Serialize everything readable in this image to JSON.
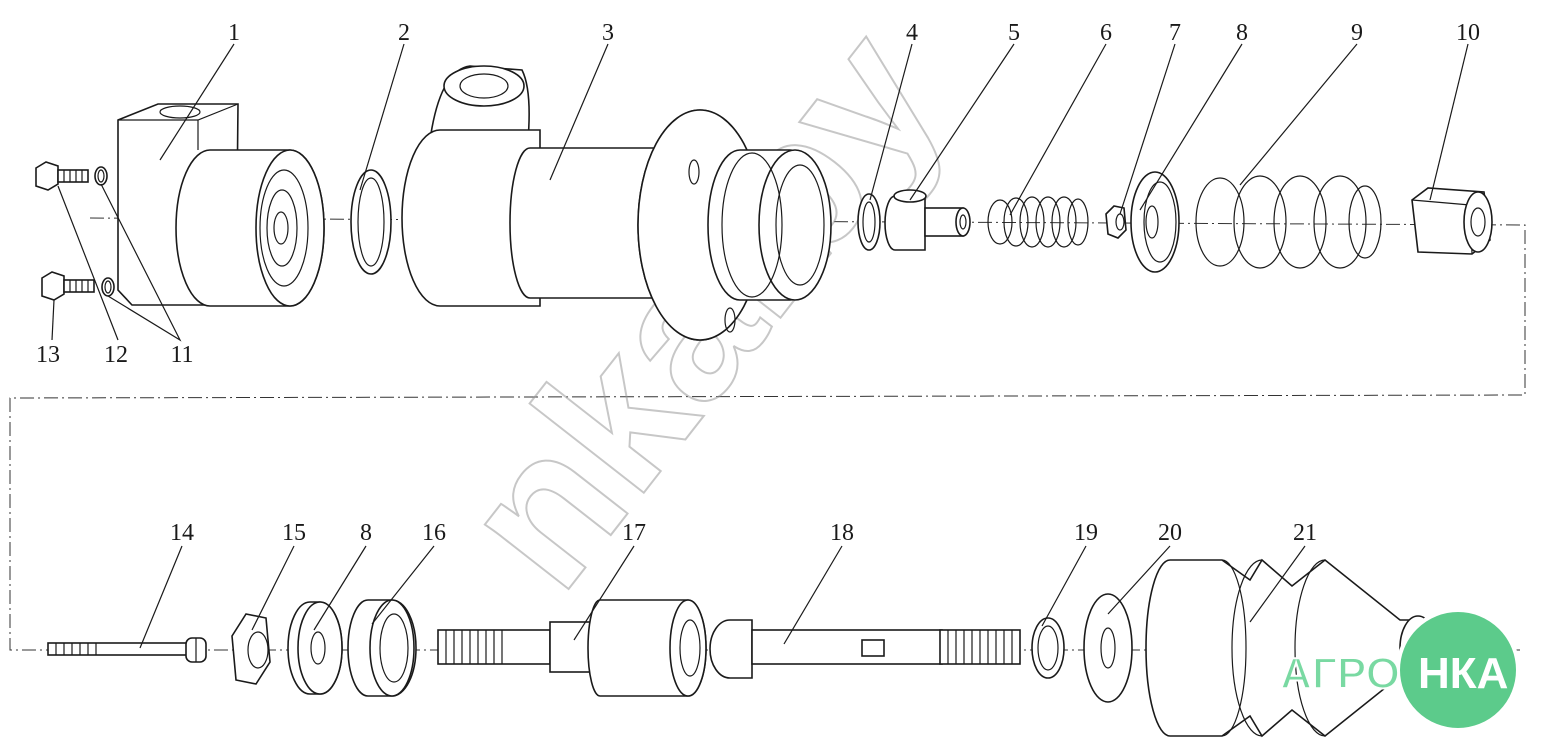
{
  "watermark": "nka.by",
  "logo": {
    "text_left": "АГРО",
    "text_right": "НКА",
    "colors": {
      "circle": "#5ccb8b",
      "circle_border": "#ffffff",
      "text": "#ffffff",
      "text_shadow": "#79d9a2"
    }
  },
  "callouts": [
    {
      "id": "c1",
      "label": "1"
    },
    {
      "id": "c2",
      "label": "2"
    },
    {
      "id": "c3",
      "label": "3"
    },
    {
      "id": "c4",
      "label": "4"
    },
    {
      "id": "c5",
      "label": "5"
    },
    {
      "id": "c6",
      "label": "6"
    },
    {
      "id": "c7",
      "label": "7"
    },
    {
      "id": "c8a",
      "label": "8"
    },
    {
      "id": "c9",
      "label": "9"
    },
    {
      "id": "c10",
      "label": "10"
    },
    {
      "id": "c11",
      "label": "11"
    },
    {
      "id": "c12",
      "label": "12"
    },
    {
      "id": "c13",
      "label": "13"
    },
    {
      "id": "c14",
      "label": "14"
    },
    {
      "id": "c15",
      "label": "15"
    },
    {
      "id": "c8b",
      "label": "8"
    },
    {
      "id": "c16",
      "label": "16"
    },
    {
      "id": "c17",
      "label": "17"
    },
    {
      "id": "c18",
      "label": "18"
    },
    {
      "id": "c19",
      "label": "19"
    },
    {
      "id": "c20",
      "label": "20"
    },
    {
      "id": "c21",
      "label": "21"
    }
  ]
}
